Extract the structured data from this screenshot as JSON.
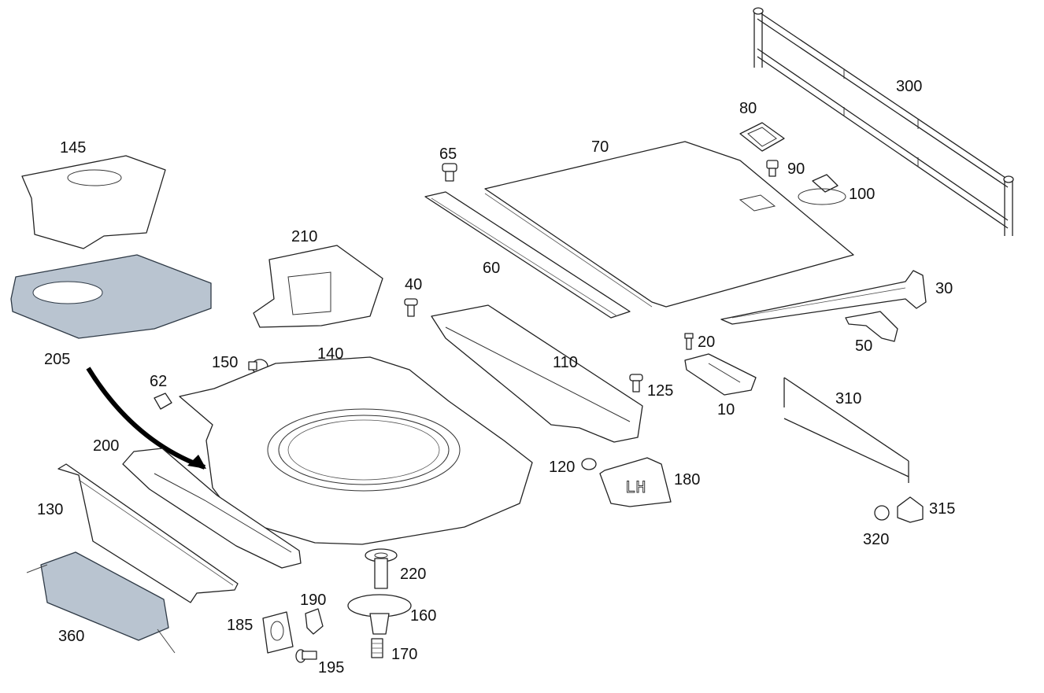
{
  "callouts": [
    {
      "id": "c145",
      "text": "145"
    },
    {
      "id": "c205",
      "text": "205"
    },
    {
      "id": "c210",
      "text": "210"
    },
    {
      "id": "c150",
      "text": "150"
    },
    {
      "id": "c140",
      "text": "140"
    },
    {
      "id": "c62",
      "text": "62"
    },
    {
      "id": "c200",
      "text": "200"
    },
    {
      "id": "c130",
      "text": "130"
    },
    {
      "id": "c360",
      "text": "360"
    },
    {
      "id": "c185",
      "text": "185"
    },
    {
      "id": "c190",
      "text": "190"
    },
    {
      "id": "c195",
      "text": "195"
    },
    {
      "id": "c220",
      "text": "220"
    },
    {
      "id": "c160",
      "text": "160"
    },
    {
      "id": "c170",
      "text": "170"
    },
    {
      "id": "c120",
      "text": "120"
    },
    {
      "id": "c180",
      "text": "180"
    },
    {
      "id": "c65",
      "text": "65"
    },
    {
      "id": "c60",
      "text": "60"
    },
    {
      "id": "c40",
      "text": "40"
    },
    {
      "id": "c70",
      "text": "70"
    },
    {
      "id": "c110",
      "text": "110"
    },
    {
      "id": "c125",
      "text": "125"
    },
    {
      "id": "c80",
      "text": "80"
    },
    {
      "id": "c90",
      "text": "90"
    },
    {
      "id": "c100",
      "text": "100"
    },
    {
      "id": "c300",
      "text": "300"
    },
    {
      "id": "c30",
      "text": "30"
    },
    {
      "id": "c50",
      "text": "50"
    },
    {
      "id": "c20",
      "text": "20"
    },
    {
      "id": "c10",
      "text": "10"
    },
    {
      "id": "c310",
      "text": "310"
    },
    {
      "id": "c315",
      "text": "315"
    },
    {
      "id": "c320",
      "text": "320"
    }
  ],
  "part_180_marking": "LH",
  "colors": {
    "line": "#222222",
    "highlight_fill": "#b9c4d0",
    "background": "#ffffff"
  }
}
